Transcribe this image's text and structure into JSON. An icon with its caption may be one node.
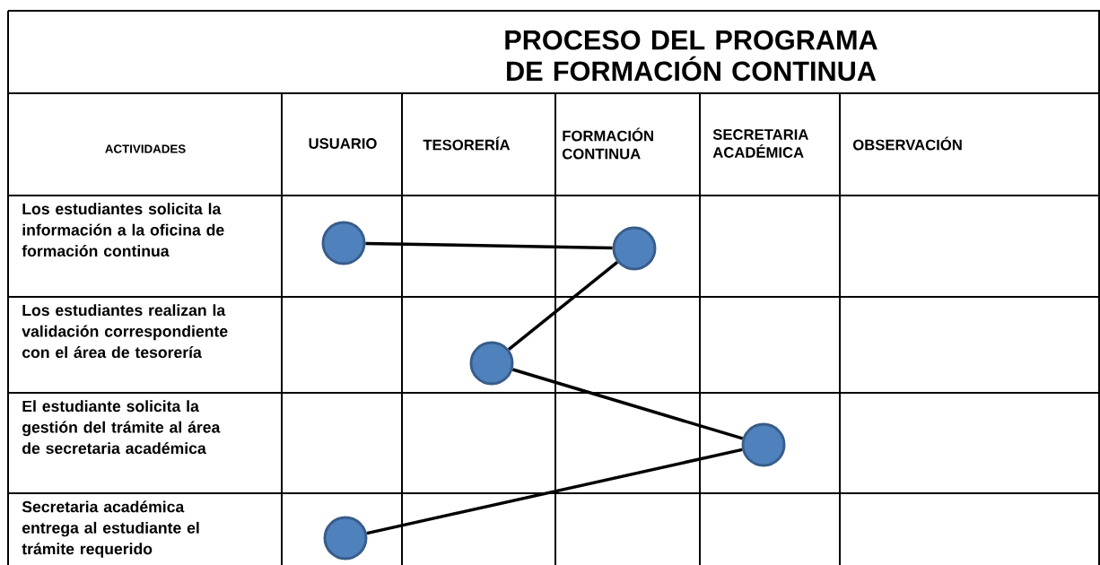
{
  "diagram": {
    "title": "PROCESO DEL PROGRAMA DE FORMACIÓN CONTINUA",
    "nodes": [
      {
        "text": [],
        "shape": "circle"
      },
      {
        "text": [],
        "shape": "circle"
      },
      {
        "text": [],
        "shape": "circle"
      },
      {
        "text": [],
        "shape": "circle"
      },
      {
        "text": [],
        "shape": "circle"
      }
    ],
    "edges": [
      {
        "from": 0,
        "to": 1,
        "arrow": "none"
      },
      {
        "from": 1,
        "to": 2,
        "arrow": "none"
      },
      {
        "from": 2,
        "to": 3,
        "arrow": "none"
      },
      {
        "from": 3,
        "to": 4,
        "arrow": "none"
      }
    ],
    "labels": [
      "ACTIVIDADES",
      "USUARIO",
      "TESORERÍA",
      "FORMACIÓN CONTINUA",
      "SECRETARIA ACADÉMICA",
      "OBSERVACIÓN",
      "Los estudiantes solicita la información a la oficina de formación continua",
      "Los estudiantes realizan la validación correspondiente con el área de tesorería",
      "El estudiante solicita la gestión del trámite al área de secretaria académica",
      "Secretaria académica entrega al estudiante el trámite requerido"
    ]
  }
}
